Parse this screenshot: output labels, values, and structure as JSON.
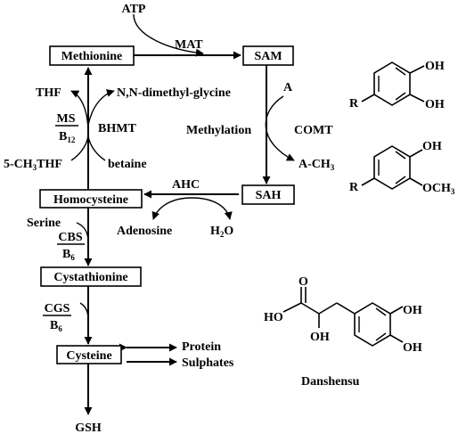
{
  "nodes": {
    "atp": "ATP",
    "methionine": "Methionine",
    "sam": "SAM",
    "sah": "SAH",
    "homocysteine": "Homocysteine",
    "cystathionine": "Cystathionine",
    "cysteine": "Cysteine",
    "gsh": "GSH"
  },
  "enzymes": {
    "mat": "MAT",
    "ms": "MS",
    "b12_main": "B",
    "b12_sub": "12",
    "bhmt": "BHMT",
    "comt": "COMT",
    "ahc": "AHC",
    "cbs": "CBS",
    "cbs_cofactor_main": "B",
    "cbs_cofactor_sub": "6",
    "cgs": "CGS",
    "cgs_cofactor_main": "B",
    "cgs_cofactor_sub": "6"
  },
  "labels": {
    "thf": "THF",
    "dimethylglycine": "N,N-dimethyl-glycine",
    "methyl_thf_a": "5-CH",
    "methyl_thf_sub": "3",
    "methyl_thf_b": "THF",
    "betaine": "betaine",
    "a": "A",
    "methylation": "Methylation",
    "a_ch3": "A-CH",
    "a_ch3_sub": "3",
    "adenosine": "Adenosine",
    "water_a": "H",
    "water_sub": "2",
    "water_b": "O",
    "serine": "Serine",
    "protein": "Protein",
    "sulphates": "Sulphates"
  },
  "structures": {
    "catechol": {
      "r": "R",
      "oh_top": "OH",
      "oh_bottom": "OH"
    },
    "guaiacol": {
      "r": "R",
      "oh_top": "OH",
      "och3_main": "OCH",
      "och3_sub": "3"
    },
    "danshensu": {
      "name": "Danshensu",
      "ho": "HO",
      "o": "O",
      "oh_alpha": "OH",
      "oh_top": "OH",
      "oh_bottom": "OH"
    }
  }
}
